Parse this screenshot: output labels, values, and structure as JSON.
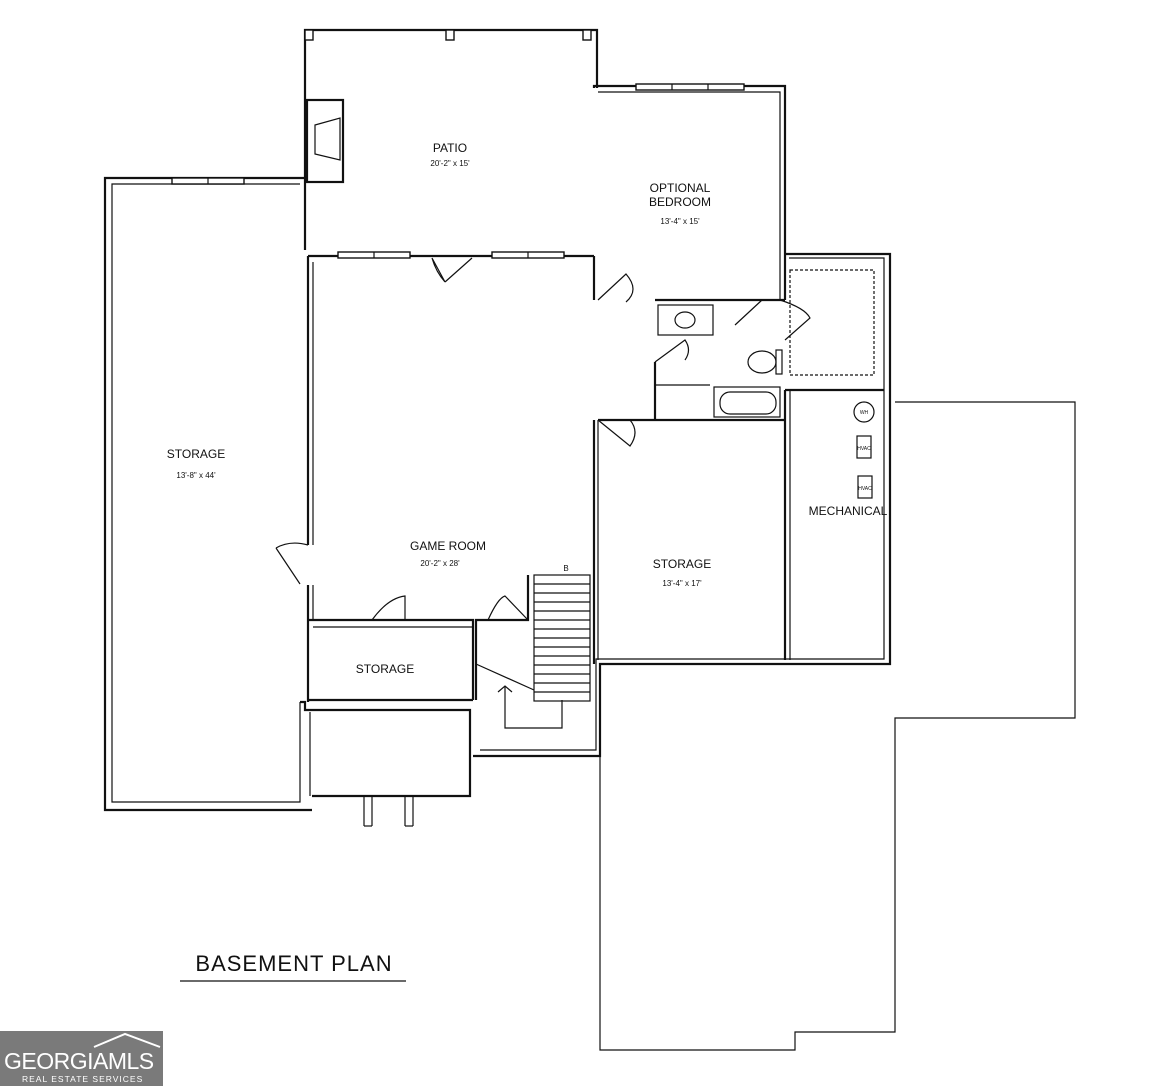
{
  "plan": {
    "title": "BASEMENT PLAN",
    "rooms": {
      "patio": {
        "name": "PATIO",
        "dims": "20'-2\" x 15'"
      },
      "optional_bedroom": {
        "name_line1": "OPTIONAL",
        "name_line2": "BEDROOM",
        "dims": "13'-4\" x 15'"
      },
      "storage_left": {
        "name": "STORAGE",
        "dims": "13'-8\" x 44'"
      },
      "game_room": {
        "name": "GAME ROOM",
        "dims": "20'-2\" x 28'"
      },
      "storage_right": {
        "name": "STORAGE",
        "dims": "13'-4\" x 17'"
      },
      "storage_small": {
        "name": "STORAGE"
      },
      "mechanical": {
        "name": "MECHANICAL"
      }
    },
    "stair_marker": "B",
    "equipment": {
      "water_heater": "WH",
      "hvac_1": "HVAC",
      "hvac_2": "HVAC"
    }
  },
  "logo": {
    "brand": "GEORGIAMLS",
    "subtitle": "REAL ESTATE SERVICES"
  }
}
